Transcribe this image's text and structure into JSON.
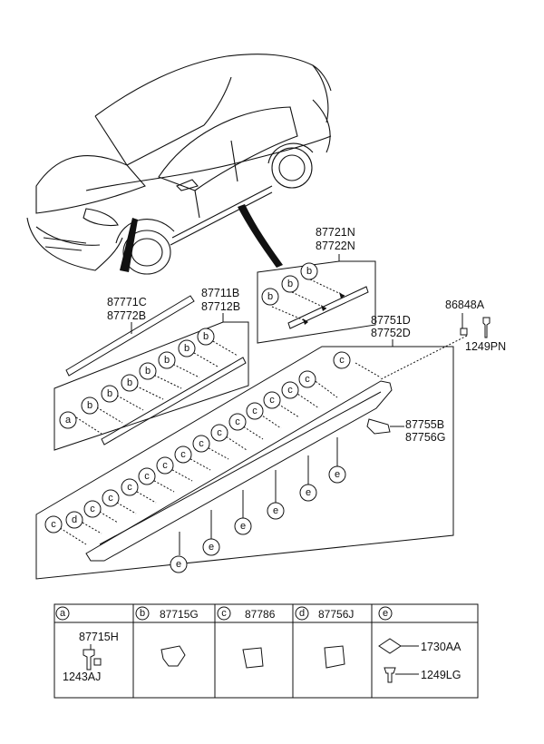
{
  "parts": {
    "p87771c": "87771C",
    "p87772b": "87772B",
    "p87711b": "87711B",
    "p87712b": "87712B",
    "p87721n": "87721N",
    "p87722n": "87722N",
    "p86848a": "86848A",
    "p1249pn": "1249PN",
    "p87751d": "87751D",
    "p87752d": "87752D",
    "p87755b": "87755B",
    "p87756g": "87756G"
  },
  "callouts": {
    "a": "a",
    "b": "b",
    "c": "c",
    "d": "d",
    "e": "e"
  },
  "table": {
    "col_a_letter": "a",
    "col_b_letter": "b",
    "col_b_part": "87715G",
    "col_c_letter": "c",
    "col_c_part": "87786",
    "col_d_letter": "d",
    "col_d_part": "87756J",
    "col_e_letter": "e",
    "a_top_part": "87715H",
    "a_bottom_part": "1243AJ",
    "e_top_part": "1730AA",
    "e_bottom_part": "1249LG"
  }
}
